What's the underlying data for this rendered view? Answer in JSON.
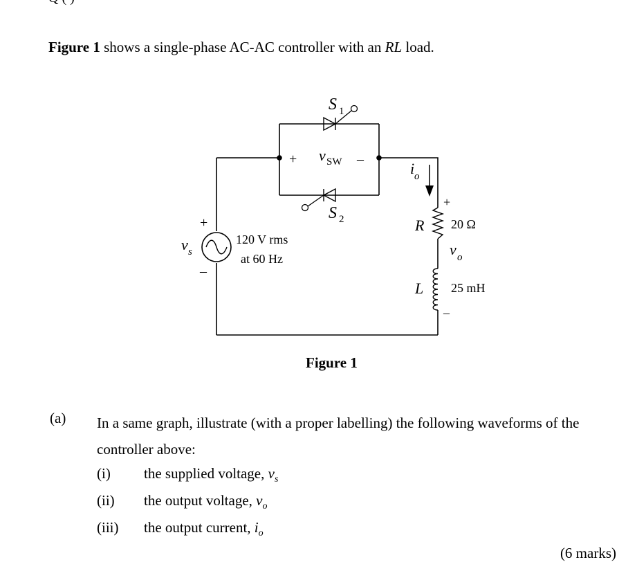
{
  "header_fragment": "Q           (       )",
  "intro": {
    "bold": "Figure 1",
    "text_before_italic": " shows a single-phase AC-AC controller with an ",
    "italic": "RL",
    "text_after_italic": " load."
  },
  "circuit": {
    "switch1_label": "S",
    "switch1_sub": "1",
    "switch2_label": "S",
    "switch2_sub": "2",
    "vsw_label": "v",
    "vsw_sub": "SW",
    "vsw_plus": "+",
    "vsw_minus": "–",
    "current_label": "i",
    "current_sub": "o",
    "source_label": "v",
    "source_sub": "s",
    "source_plus": "+",
    "source_minus": "–",
    "source_value": "120 V rms",
    "source_freq": "at 60 Hz",
    "resistor_label": "R",
    "resistor_value": "20 Ω",
    "inductor_label": "L",
    "inductor_value": "25 mH",
    "vo_label": "v",
    "vo_sub": "o",
    "vo_plus": "+",
    "vo_minus": "–"
  },
  "figure_caption": "Figure 1",
  "question": {
    "label": "(a)",
    "text": "In a same graph, illustrate (with a proper labelling) the following waveforms of the controller above:",
    "items": [
      {
        "num": "(i)",
        "text": "the supplied voltage, ",
        "var": "v",
        "sub": "s"
      },
      {
        "num": "(ii)",
        "text": "the output voltage, ",
        "var": "v",
        "sub": "o"
      },
      {
        "num": "(iii)",
        "text": "the output current, ",
        "var": "i",
        "sub": "o"
      }
    ],
    "marks": "(6 marks)"
  }
}
